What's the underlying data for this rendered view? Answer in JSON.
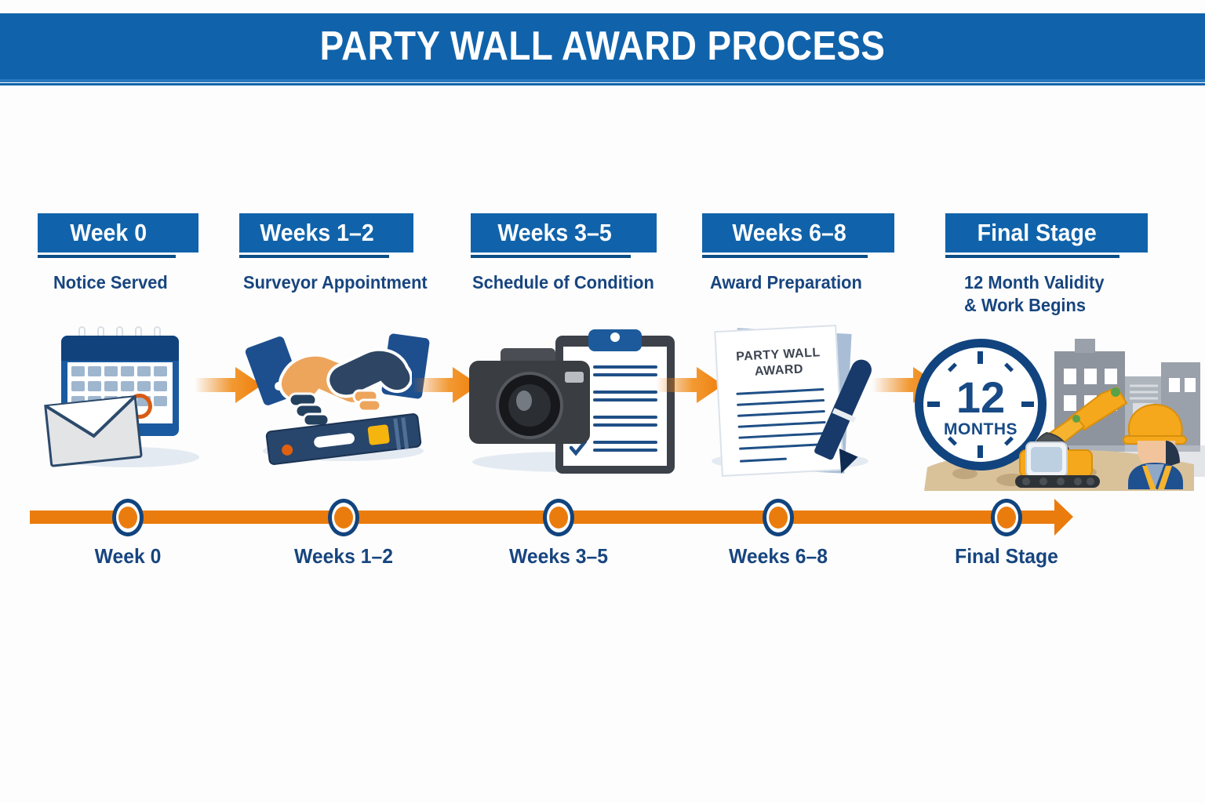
{
  "header": {
    "title": "PARTY WALL AWARD PROCESS",
    "band_color": "#1063ab",
    "text_color": "#ffffff"
  },
  "theme": {
    "blue": "#1063ab",
    "navy": "#11447e",
    "dark_navy": "#0c4e87",
    "subtitle_navy": "#17457f",
    "orange": "#ea7c0e",
    "orange_deep": "#d95b12",
    "background": "#fdfdfd"
  },
  "steps": [
    {
      "id": "notice-served",
      "banner": "Week 0",
      "subtitle": "Notice Served",
      "icon": "calendar-envelope-icon"
    },
    {
      "id": "surveyor-appointment",
      "banner": "Weeks 1–2",
      "subtitle": "Surveyor Appointment",
      "icon": "handshake-level-icon"
    },
    {
      "id": "schedule-of-condition",
      "banner": "Weeks 3–5",
      "subtitle": "Schedule of Condition",
      "icon": "camera-clipboard-icon"
    },
    {
      "id": "award-preparation",
      "banner": "Weeks 6–8",
      "subtitle": "Award Preparation",
      "icon": "document-pen-icon"
    },
    {
      "id": "final-stage",
      "banner": "Final Stage",
      "subtitle_line1": "12 Month Validity",
      "subtitle_line2": "& Work Begins",
      "icon": "clock-excavator-icon"
    }
  ],
  "document_illustration": {
    "title_line1": "PARTY WALL",
    "title_line2": "AWARD"
  },
  "clock_illustration": {
    "number": "12",
    "unit": "MONTHS"
  },
  "timeline": {
    "nodes": [
      {
        "label": "Week 0"
      },
      {
        "label": "Weeks 1–2"
      },
      {
        "label": "Weeks 3–5"
      },
      {
        "label": "Weeks 6–8"
      },
      {
        "label": "Final Stage"
      }
    ],
    "bar_color": "#ea7c0e",
    "node_ring_color": "#11447e"
  },
  "connectors": [
    {
      "name": "arrow-1"
    },
    {
      "name": "arrow-2"
    },
    {
      "name": "arrow-3"
    },
    {
      "name": "arrow-4"
    }
  ]
}
